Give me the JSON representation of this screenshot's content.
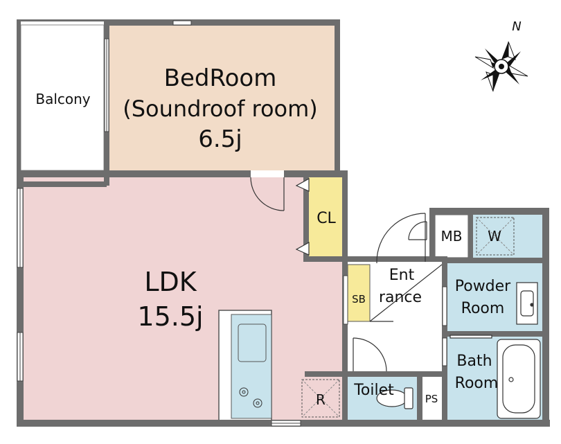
{
  "rooms": {
    "bedroom": {
      "name": "BedRoom",
      "note": "(Soundroof room)",
      "size": "6.5j",
      "color": "#F2DCC8"
    },
    "balcony": {
      "name": "Balcony",
      "color": "#FFFFFF"
    },
    "ldk": {
      "name": "LDK",
      "size": "15.5j",
      "color": "#F0D4D4"
    },
    "closet": {
      "name": "CL",
      "color": "#F7EA9A"
    },
    "shoe_box": {
      "name": "SB",
      "color": "#F7EA9A"
    },
    "meter_box": {
      "name": "MB"
    },
    "washer": {
      "name": "W",
      "color": "#C8E3EC"
    },
    "entrance": {
      "line1": "Ent",
      "line2": "rance"
    },
    "powder_room": {
      "line1": "Powder",
      "line2": "Room",
      "color": "#C8E3EC"
    },
    "bath_room": {
      "line1": "Bath",
      "line2": "Room",
      "color": "#C8E3EC"
    },
    "toilet": {
      "name": "Toilet",
      "color": "#C8E3EC"
    },
    "pipe_space": {
      "name": "PS"
    },
    "refrigerator": {
      "name": "R"
    },
    "kitchen": {
      "color": "#C8E3EC"
    }
  },
  "compass": {
    "north_label": "N"
  },
  "colors": {
    "wall": "#6D6D6D",
    "line": "#333333"
  }
}
